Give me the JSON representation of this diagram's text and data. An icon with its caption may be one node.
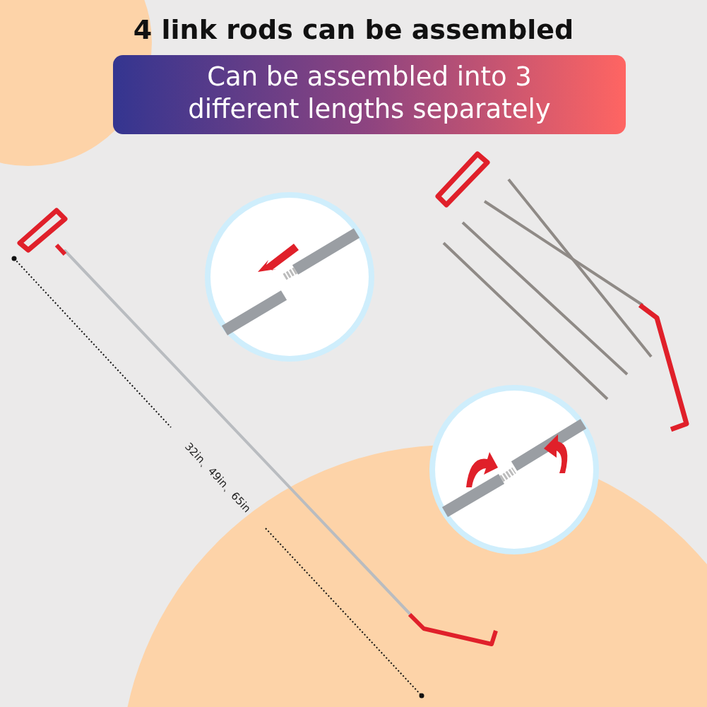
{
  "diagram": {
    "title": "4 link rods can be assembled",
    "nodes": [
      {
        "text": [
          "Can be assembled into 3 different lengths separately"
        ]
      }
    ],
    "edges": [],
    "labels": [
      "32in、49in、65in"
    ]
  }
}
